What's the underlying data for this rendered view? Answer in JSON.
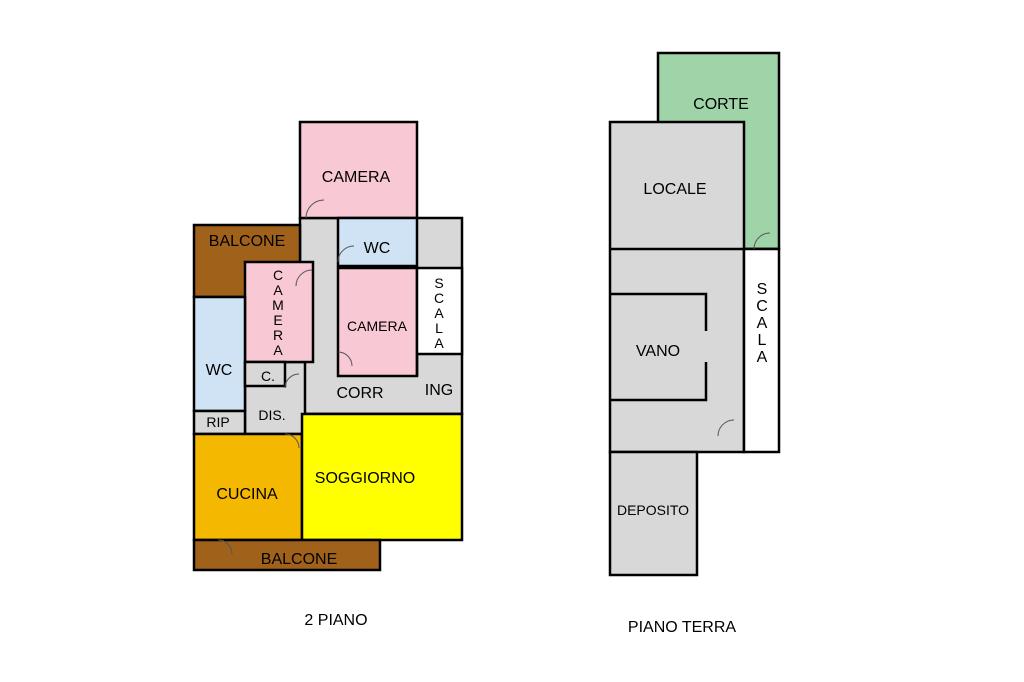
{
  "plans": {
    "upper": {
      "title": "2 PIANO",
      "rooms": {
        "camera_top": "CAMERA",
        "wc_top": "WC",
        "balcone_top": "BALCONE",
        "camera_vertical": "CAMERA",
        "camera_mid": "CAMERA",
        "scala": "SCALA",
        "wc_left": "WC",
        "closet": "C.",
        "corr": "CORR",
        "ing": "ING",
        "rip": "RIP",
        "dis": "DIS.",
        "cucina": "CUCINA",
        "soggiorno": "SOGGIORNO",
        "balcone_bottom": "BALCONE"
      }
    },
    "ground": {
      "title": "PIANO TERRA",
      "rooms": {
        "corte": "CORTE",
        "locale": "LOCALE",
        "vano": "VANO",
        "scala": "SCALA",
        "deposito": "DEPOSITO"
      }
    }
  },
  "colors": {
    "camera": "#f8c8d4",
    "wc": "#cfe3f5",
    "balcone": "#a0611a",
    "corridor": "#d8d8d8",
    "cucina": "#f5b800",
    "soggiorno": "#ffff00",
    "corte": "#9fd4a8",
    "ground": "#d8d8d8"
  }
}
